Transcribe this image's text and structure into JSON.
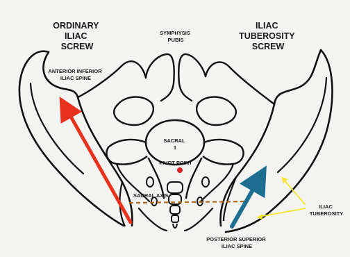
{
  "labels": {
    "left_title": [
      "ORDINARY",
      "ILIAC",
      "SCREW"
    ],
    "right_title": [
      "ILIAC",
      "TUBEROSITY",
      "SCREW"
    ],
    "symphysis": [
      "SYMPHYSIS",
      "PUBIS"
    ],
    "aiis": [
      "ANTERIOR INFERIOR",
      "ILIAC SPINE"
    ],
    "sacral": [
      "SACRAL",
      "1"
    ],
    "pivot": "PIVOT POINT",
    "sacral_axis": "SACRAL AXIS",
    "tuberosity": [
      "ILIAC",
      "TUBEROSITY"
    ],
    "psis": [
      "POSTERIOR SUPERIOR",
      "ILIAC SPINE"
    ]
  },
  "colors": {
    "outline": "#111111",
    "ordinary_screw": "#e8321e",
    "tuberosity_screw": "#1e6e92",
    "pointer": "#f2e532",
    "axis": "#b06a1e",
    "pivot": "#e02020"
  }
}
